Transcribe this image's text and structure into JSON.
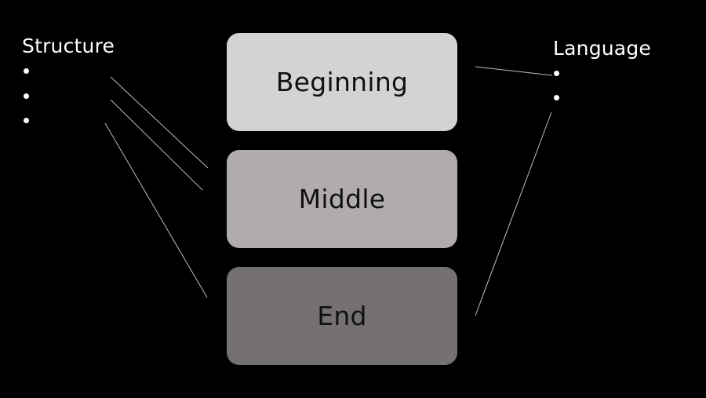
{
  "left_panel": {
    "title": "Structure",
    "bullet_count": 3
  },
  "right_panel": {
    "title": "Language",
    "bullet_count": 2
  },
  "stages": [
    {
      "label": "Beginning",
      "color": "#d4d3d4"
    },
    {
      "label": "Middle",
      "color": "#b0acab"
    },
    {
      "label": "End",
      "color": "#757171"
    }
  ],
  "colors": {
    "background": "#000000",
    "text": "#ffffff",
    "connector": "#bdbdbd"
  }
}
